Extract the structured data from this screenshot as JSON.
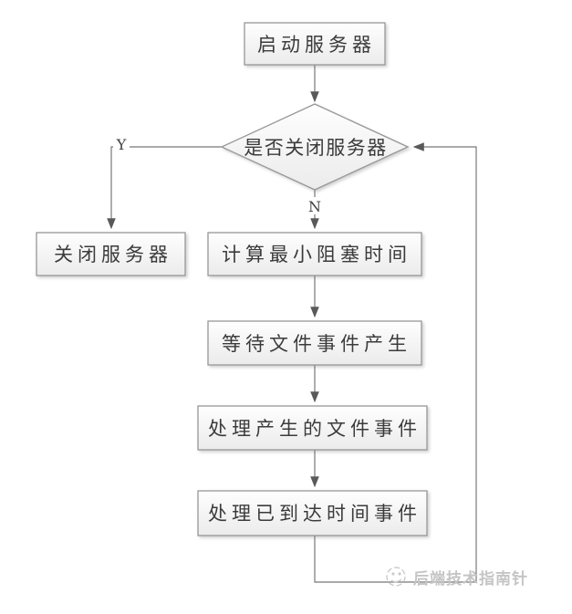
{
  "flowchart": {
    "start": "启动服务器",
    "decision": "是否关闭服务器",
    "branch_yes": "Y",
    "branch_no": "N",
    "close_server": "关闭服务器",
    "calc_min_block_time": "计算最小阻塞时间",
    "wait_file_events": "等待文件事件产生",
    "process_file_events": "处理产生的文件事件",
    "process_time_events": "处理已到达时间事件"
  },
  "watermark": {
    "icon": "compass-icon",
    "text": "后端技术指南针"
  },
  "colors": {
    "background": "#ffffff",
    "node_fill_top": "#fefefe",
    "node_fill_bottom": "#ebebeb",
    "node_border": "#979797",
    "connector": "#787878",
    "arrowhead": "#595959",
    "node_text": "#3b3b3b",
    "watermark": "#c5c5c5"
  }
}
